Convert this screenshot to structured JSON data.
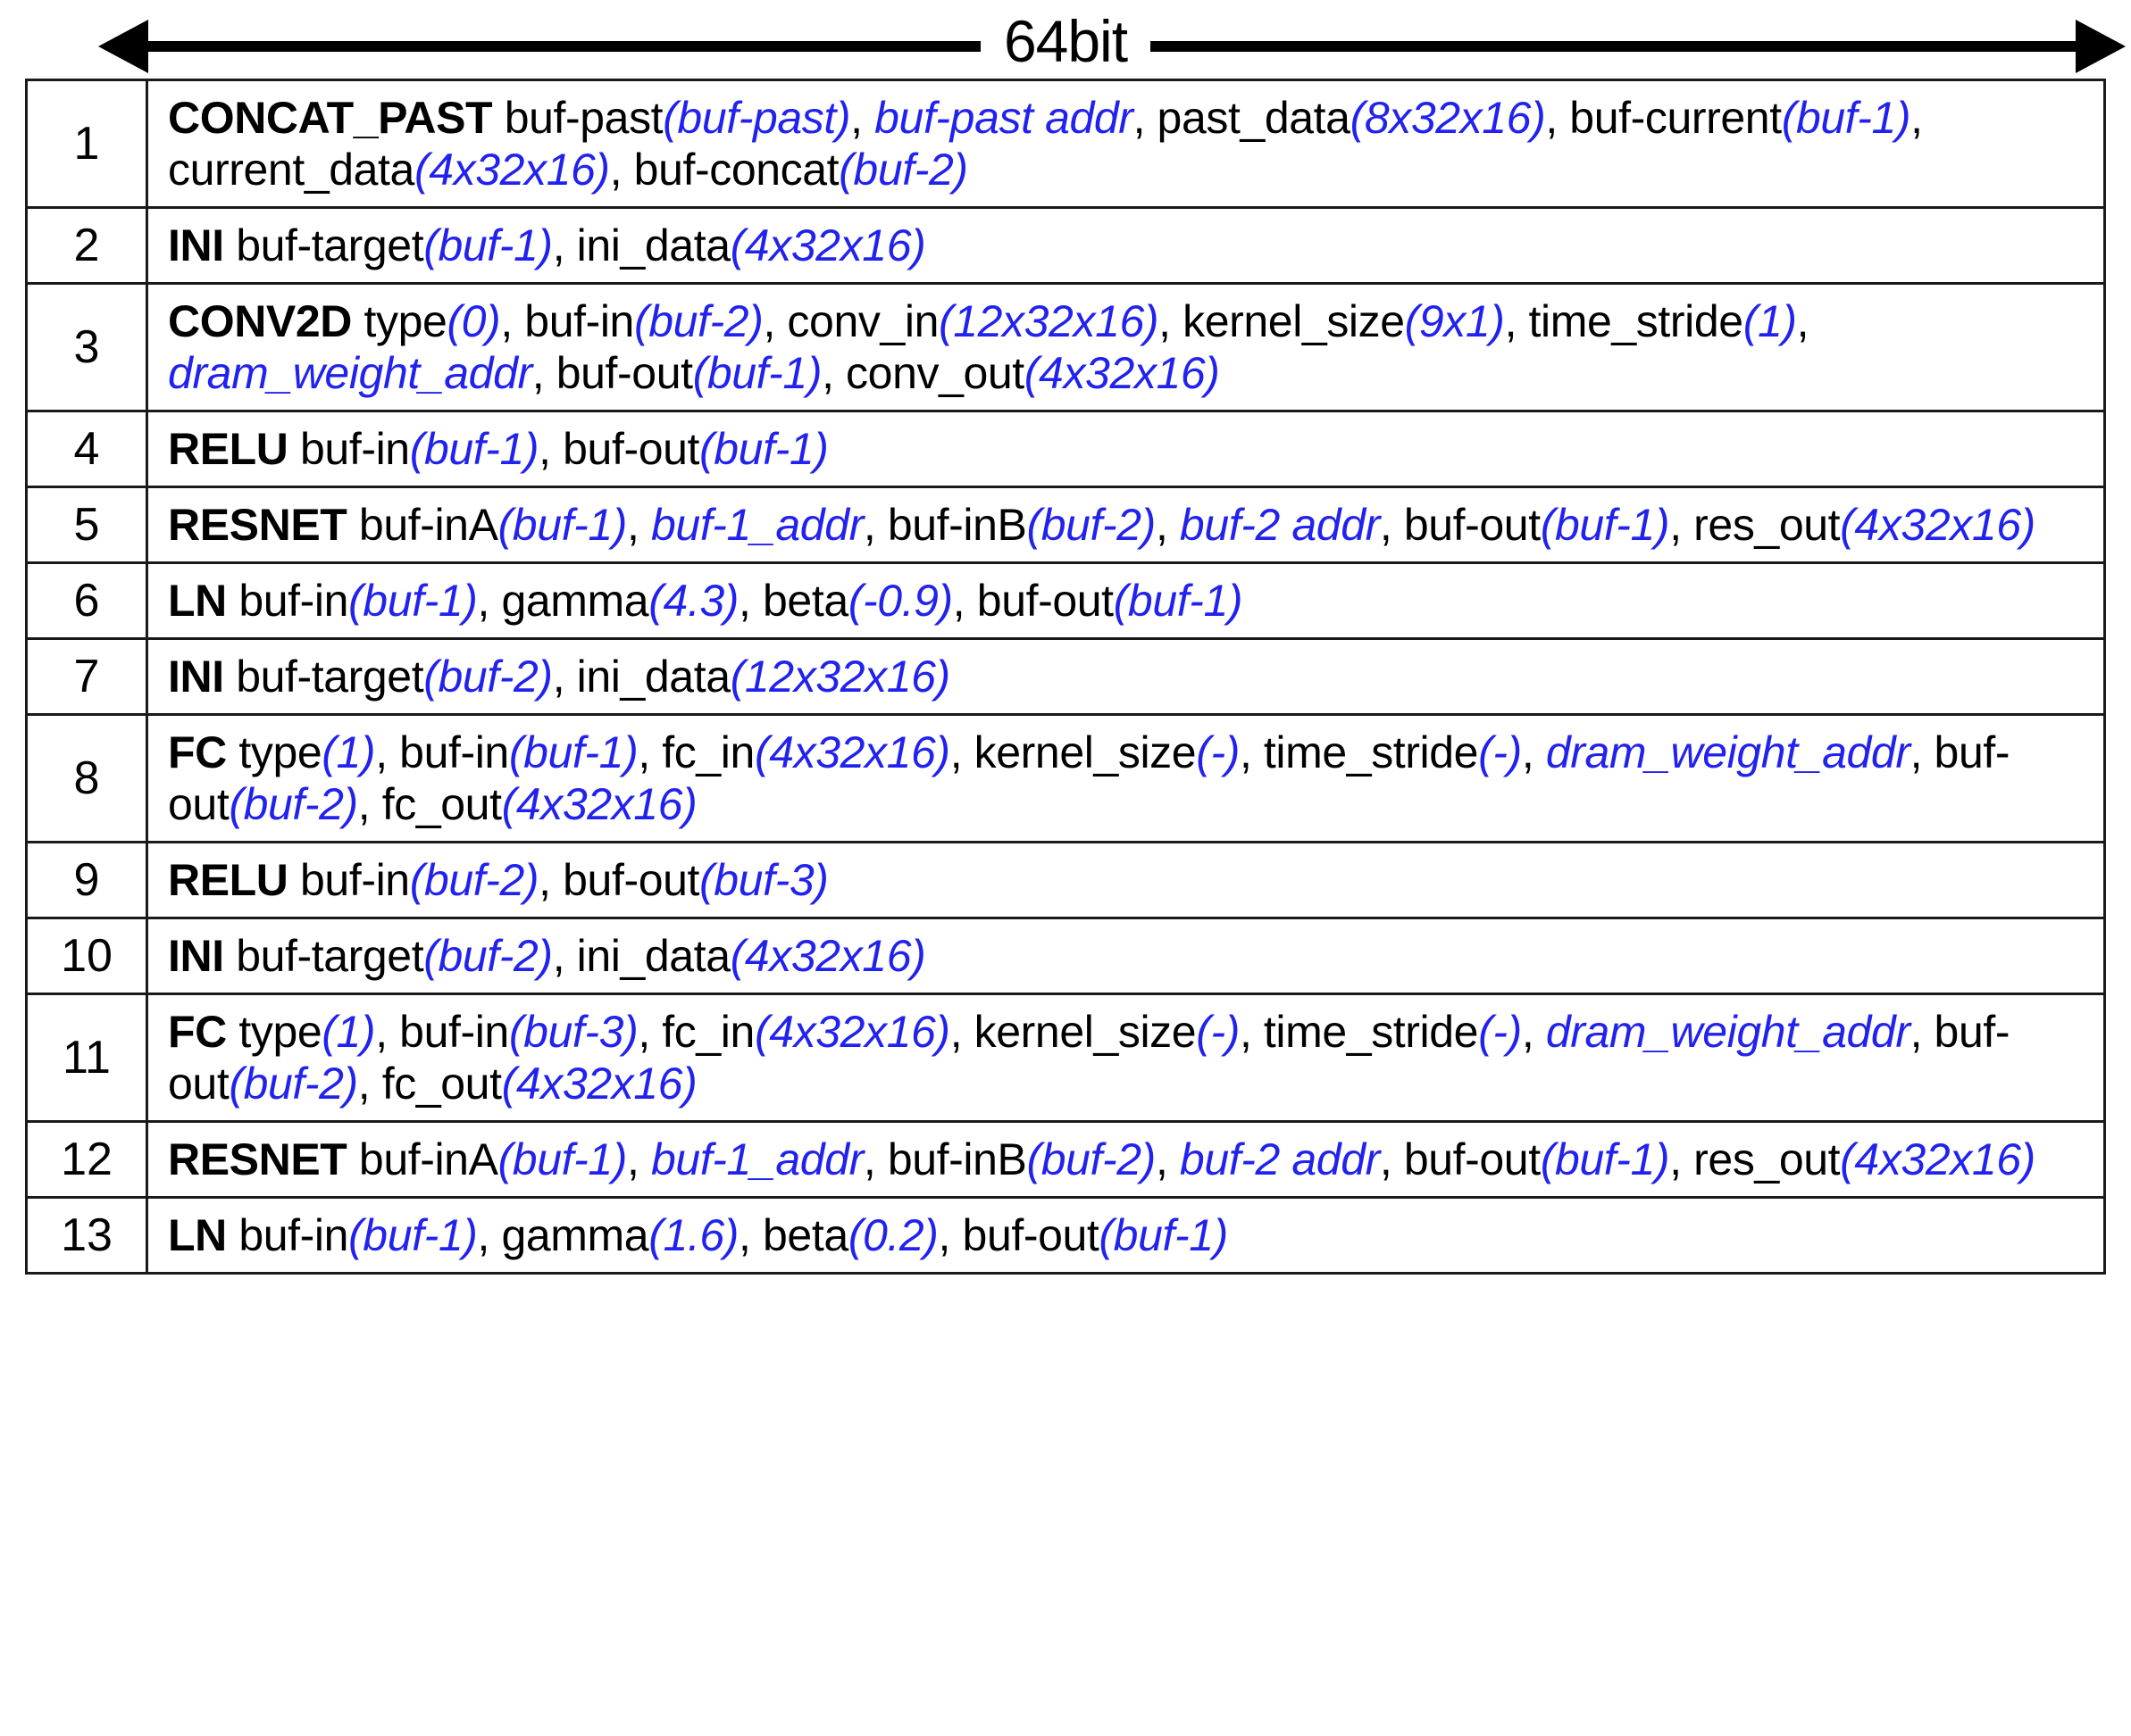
{
  "header": {
    "arrow_label": "64bit",
    "arrow_left_icon": "arrow-left-head",
    "arrow_right_icon": "arrow-right-head"
  },
  "colors": {
    "text": "#000000",
    "value": "#2222ee",
    "border": "#1a1a1a",
    "background": "#ffffff"
  },
  "table": {
    "columns": [
      "index",
      "instruction"
    ],
    "rows": [
      {
        "index": "1",
        "opcode": "CONCAT_PAST",
        "text": "CONCAT_PAST buf-past(buf-past), buf-past addr, past_data(8x32x16), buf-current(buf-1), current_data(4x32x16), buf-concat(buf-2)",
        "tokens": [
          {
            "t": "CONCAT_PAST",
            "s": "op"
          },
          {
            "t": " buf-past",
            "s": "arg"
          },
          {
            "t": "(buf-past)",
            "s": "val"
          },
          {
            "t": ", ",
            "s": "arg"
          },
          {
            "t": "buf-past addr",
            "s": "val"
          },
          {
            "t": ", past_data",
            "s": "arg"
          },
          {
            "t": "(8x32x16)",
            "s": "val"
          },
          {
            "t": ", buf-current",
            "s": "arg"
          },
          {
            "t": "(buf-1)",
            "s": "val"
          },
          {
            "t": ", current_data",
            "s": "arg"
          },
          {
            "t": "(4x32x16)",
            "s": "val"
          },
          {
            "t": ", buf-concat",
            "s": "arg"
          },
          {
            "t": "(buf-2)",
            "s": "val"
          }
        ]
      },
      {
        "index": "2",
        "opcode": "INI",
        "text": "INI buf-target(buf-1), ini_data(4x32x16)",
        "tokens": [
          {
            "t": "INI",
            "s": "op"
          },
          {
            "t": " buf-target",
            "s": "arg"
          },
          {
            "t": "(buf-1)",
            "s": "val"
          },
          {
            "t": ", ini_data",
            "s": "arg"
          },
          {
            "t": "(4x32x16)",
            "s": "val"
          }
        ]
      },
      {
        "index": "3",
        "opcode": "CONV2D",
        "text": "CONV2D type(0), buf-in(buf-2), conv_in(12x32x16), kernel_size(9x1), time_stride(1), dram_weight_addr, buf-out(buf-1), conv_out(4x32x16)",
        "tokens": [
          {
            "t": "CONV2D",
            "s": "op"
          },
          {
            "t": " type",
            "s": "arg"
          },
          {
            "t": "(0)",
            "s": "val"
          },
          {
            "t": ", buf-in",
            "s": "arg"
          },
          {
            "t": "(buf-2)",
            "s": "val"
          },
          {
            "t": ", conv_in",
            "s": "arg"
          },
          {
            "t": "(12x32x16)",
            "s": "val"
          },
          {
            "t": ", kernel_size",
            "s": "arg"
          },
          {
            "t": "(9x1)",
            "s": "val"
          },
          {
            "t": ", time_stride",
            "s": "arg"
          },
          {
            "t": "(1)",
            "s": "val"
          },
          {
            "t": ", ",
            "s": "arg"
          },
          {
            "t": "dram_weight_addr",
            "s": "val"
          },
          {
            "t": ", buf-out",
            "s": "arg"
          },
          {
            "t": "(buf-1)",
            "s": "val"
          },
          {
            "t": ", conv_out",
            "s": "arg"
          },
          {
            "t": "(4x32x16)",
            "s": "val"
          }
        ]
      },
      {
        "index": "4",
        "opcode": "RELU",
        "text": "RELU buf-in(buf-1), buf-out(buf-1)",
        "tokens": [
          {
            "t": "RELU",
            "s": "op"
          },
          {
            "t": " buf-in",
            "s": "arg"
          },
          {
            "t": "(buf-1)",
            "s": "val"
          },
          {
            "t": ", buf-out",
            "s": "arg"
          },
          {
            "t": "(buf-1)",
            "s": "val"
          }
        ]
      },
      {
        "index": "5",
        "opcode": "RESNET",
        "text": "RESNET buf-inA(buf-1), buf-1_addr, buf-inB(buf-2), buf-2 addr, buf-out(buf-1), res_out(4x32x16)",
        "tokens": [
          {
            "t": "RESNET",
            "s": "op"
          },
          {
            "t": " buf-inA",
            "s": "arg"
          },
          {
            "t": "(buf-1)",
            "s": "val"
          },
          {
            "t": ", ",
            "s": "arg"
          },
          {
            "t": "buf-1_addr",
            "s": "val"
          },
          {
            "t": ", buf-inB",
            "s": "arg"
          },
          {
            "t": "(buf-2)",
            "s": "val"
          },
          {
            "t": ", ",
            "s": "arg"
          },
          {
            "t": "buf-2 addr",
            "s": "val"
          },
          {
            "t": ", buf-out",
            "s": "arg"
          },
          {
            "t": "(buf-1)",
            "s": "val"
          },
          {
            "t": ", res_out",
            "s": "arg"
          },
          {
            "t": "(4x32x16)",
            "s": "val"
          }
        ]
      },
      {
        "index": "6",
        "opcode": "LN",
        "text": "LN buf-in(buf-1), gamma(4.3), beta(-0.9), buf-out(buf-1)",
        "tokens": [
          {
            "t": "LN",
            "s": "op"
          },
          {
            "t": " buf-in",
            "s": "arg"
          },
          {
            "t": "(buf-1)",
            "s": "val"
          },
          {
            "t": ", gamma",
            "s": "arg"
          },
          {
            "t": "(4.3)",
            "s": "val"
          },
          {
            "t": ", beta",
            "s": "arg"
          },
          {
            "t": "(-0.9)",
            "s": "val"
          },
          {
            "t": ", buf-out",
            "s": "arg"
          },
          {
            "t": "(buf-1)",
            "s": "val"
          }
        ]
      },
      {
        "index": "7",
        "opcode": "INI",
        "text": "INI buf-target(buf-2), ini_data(12x32x16)",
        "tokens": [
          {
            "t": "INI",
            "s": "op"
          },
          {
            "t": " buf-target",
            "s": "arg"
          },
          {
            "t": "(buf-2)",
            "s": "val"
          },
          {
            "t": ", ini_data",
            "s": "arg"
          },
          {
            "t": "(12x32x16)",
            "s": "val"
          }
        ]
      },
      {
        "index": "8",
        "opcode": "FC",
        "text": "FC type(1), buf-in(buf-1), fc_in(4x32x16), kernel_size(-), time_stride(-), dram_weight_addr, buf-out(buf-2), fc_out(4x32x16)",
        "tokens": [
          {
            "t": "FC",
            "s": "op"
          },
          {
            "t": " type",
            "s": "arg"
          },
          {
            "t": "(1)",
            "s": "val"
          },
          {
            "t": ", buf-in",
            "s": "arg"
          },
          {
            "t": "(buf-1)",
            "s": "val"
          },
          {
            "t": ", fc_in",
            "s": "arg"
          },
          {
            "t": "(4x32x16)",
            "s": "val"
          },
          {
            "t": ", kernel_size",
            "s": "arg"
          },
          {
            "t": "(-)",
            "s": "val"
          },
          {
            "t": ", time_stride",
            "s": "arg"
          },
          {
            "t": "(-)",
            "s": "val"
          },
          {
            "t": ", ",
            "s": "arg"
          },
          {
            "t": "dram_weight_addr",
            "s": "val"
          },
          {
            "t": ", buf-out",
            "s": "arg"
          },
          {
            "t": "(buf-2)",
            "s": "val"
          },
          {
            "t": ", fc_out",
            "s": "arg"
          },
          {
            "t": "(4x32x16)",
            "s": "val"
          }
        ]
      },
      {
        "index": "9",
        "opcode": "RELU",
        "text": "RELU buf-in(buf-2), buf-out(buf-3)",
        "tokens": [
          {
            "t": "RELU",
            "s": "op"
          },
          {
            "t": " buf-in",
            "s": "arg"
          },
          {
            "t": "(buf-2)",
            "s": "val"
          },
          {
            "t": ", buf-out",
            "s": "arg"
          },
          {
            "t": "(buf-3)",
            "s": "val"
          }
        ]
      },
      {
        "index": "10",
        "opcode": "INI",
        "text": "INI buf-target(buf-2), ini_data(4x32x16)",
        "tokens": [
          {
            "t": "INI",
            "s": "op"
          },
          {
            "t": " buf-target",
            "s": "arg"
          },
          {
            "t": "(buf-2)",
            "s": "val"
          },
          {
            "t": ", ini_data",
            "s": "arg"
          },
          {
            "t": "(4x32x16)",
            "s": "val"
          }
        ]
      },
      {
        "index": "11",
        "opcode": "FC",
        "text": "FC type(1), buf-in(buf-3), fc_in(4x32x16), kernel_size(-), time_stride(-), dram_weight_addr, buf-out(buf-2), fc_out(4x32x16)",
        "tokens": [
          {
            "t": "FC",
            "s": "op"
          },
          {
            "t": " type",
            "s": "arg"
          },
          {
            "t": "(1)",
            "s": "val"
          },
          {
            "t": ", buf-in",
            "s": "arg"
          },
          {
            "t": "(buf-3)",
            "s": "val"
          },
          {
            "t": ", fc_in",
            "s": "arg"
          },
          {
            "t": "(4x32x16)",
            "s": "val"
          },
          {
            "t": ", kernel_size",
            "s": "arg"
          },
          {
            "t": "(-)",
            "s": "val"
          },
          {
            "t": ", time_stride",
            "s": "arg"
          },
          {
            "t": "(-)",
            "s": "val"
          },
          {
            "t": ", ",
            "s": "arg"
          },
          {
            "t": "dram_weight_addr",
            "s": "val"
          },
          {
            "t": ", buf-out",
            "s": "arg"
          },
          {
            "t": "(buf-2)",
            "s": "val"
          },
          {
            "t": ", fc_out",
            "s": "arg"
          },
          {
            "t": "(4x32x16)",
            "s": "val"
          }
        ]
      },
      {
        "index": "12",
        "opcode": "RESNET",
        "text": "RESNET buf-inA(buf-1), buf-1_addr, buf-inB(buf-2), buf-2 addr, buf-out(buf-1), res_out(4x32x16)",
        "tokens": [
          {
            "t": "RESNET",
            "s": "op"
          },
          {
            "t": " buf-inA",
            "s": "arg"
          },
          {
            "t": "(buf-1)",
            "s": "val"
          },
          {
            "t": ", ",
            "s": "arg"
          },
          {
            "t": "buf-1_addr",
            "s": "val"
          },
          {
            "t": ", buf-inB",
            "s": "arg"
          },
          {
            "t": "(buf-2)",
            "s": "val"
          },
          {
            "t": ", ",
            "s": "arg"
          },
          {
            "t": "buf-2 addr",
            "s": "val"
          },
          {
            "t": ", buf-out",
            "s": "arg"
          },
          {
            "t": "(buf-1)",
            "s": "val"
          },
          {
            "t": ", res_out",
            "s": "arg"
          },
          {
            "t": "(4x32x16)",
            "s": "val"
          }
        ]
      },
      {
        "index": "13",
        "opcode": "LN",
        "text": "LN buf-in(buf-1), gamma(1.6), beta(0.2), buf-out(buf-1)",
        "tokens": [
          {
            "t": "LN",
            "s": "op"
          },
          {
            "t": " buf-in",
            "s": "arg"
          },
          {
            "t": "(buf-1)",
            "s": "val"
          },
          {
            "t": ", gamma",
            "s": "arg"
          },
          {
            "t": "(1.6)",
            "s": "val"
          },
          {
            "t": ", beta",
            "s": "arg"
          },
          {
            "t": "(0.2)",
            "s": "val"
          },
          {
            "t": ", buf-out",
            "s": "arg"
          },
          {
            "t": "(buf-1)",
            "s": "val"
          }
        ]
      }
    ]
  }
}
